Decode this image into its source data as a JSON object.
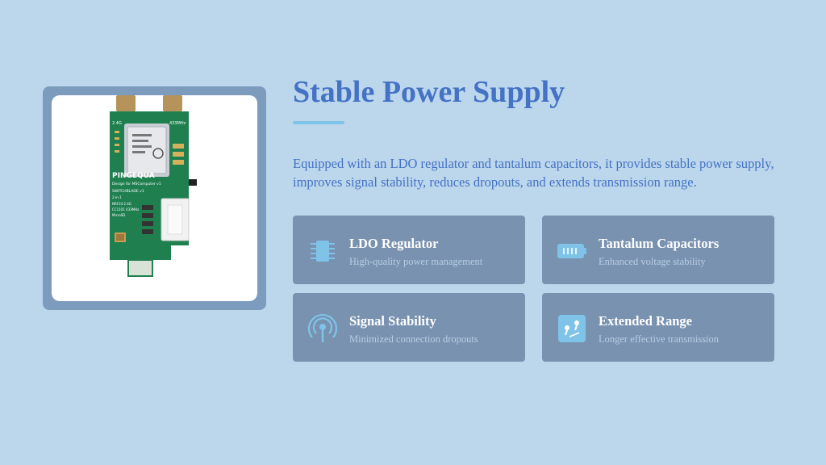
{
  "title": "Stable Power Supply",
  "description": "Equipped with an LDO regulator and tantalum capacitors, it provides stable power supply, improves signal stability, reduces dropouts, and extends transmission range.",
  "product_image": {
    "labels": {
      "brand": "PINGEQUA",
      "line1": "Design for MSComputer v1",
      "line2": "SWITCHBLADE v1",
      "line3": "2-in-1",
      "line4": "NRF24 2.4G",
      "line5": "CC1101 433MHz",
      "line6": "MicroSD",
      "freq_left": "2.4G",
      "freq_right": "433MHz"
    }
  },
  "features": [
    {
      "title": "LDO Regulator",
      "subtitle": "High-quality power management",
      "icon": "chip-icon"
    },
    {
      "title": "Tantalum Capacitors",
      "subtitle": "Enhanced voltage stability",
      "icon": "battery-icon"
    },
    {
      "title": "Signal Stability",
      "subtitle": "Minimized connection dropouts",
      "icon": "antenna-icon"
    },
    {
      "title": "Extended Range",
      "subtitle": "Longer effective transmission",
      "icon": "range-icon"
    }
  ],
  "colors": {
    "background": "#bcd6ec",
    "accent": "#4472c4",
    "card": "#7892b0",
    "icon": "#7fc4e8"
  }
}
